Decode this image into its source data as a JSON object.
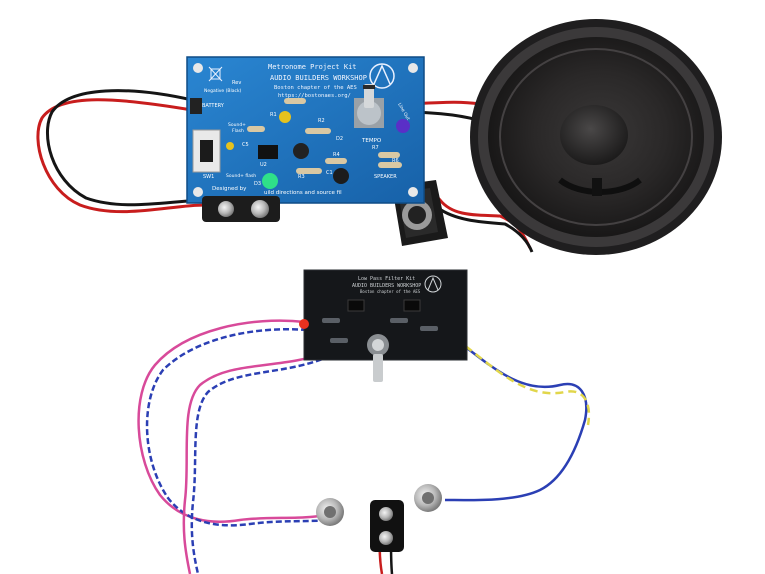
{
  "metronome_board": {
    "title": "Metronome Project Kit",
    "org": "AUDIO BUILDERS WORKSHOP",
    "chapter": "Boston chapter of the AES",
    "url": "https://bostonaes.org/",
    "labels": {
      "rev": "Rev",
      "negative": "Negative (Black)",
      "battery": "BATTERY",
      "sound": "Sound+",
      "flash": "Flash",
      "sound_flash": "Sound+ flash",
      "sw1": "SW1",
      "d3": "D3",
      "c5": "C5",
      "u2": "U2",
      "r1": "R1",
      "r2": "R2",
      "r3": "R3",
      "r4": "R4",
      "r7": "R7",
      "r6": "R6",
      "d2": "D2",
      "c1": "C1",
      "tempo": "TEMPO",
      "line_out": "Line Out",
      "speaker": "SPEAKER",
      "designed_by": "Designed by",
      "build_note": "uild directions and source fil"
    }
  },
  "filter_board": {
    "title": "Low Pass Filter Kit",
    "org": "AUDIO BUILDERS WORKSHOP",
    "chapter": "Boston chapter of the AES"
  },
  "colors": {
    "metronome_pcb": "#1f74c0",
    "filter_pcb": "#15171a",
    "wire_red": "#d21f1f",
    "wire_black": "#111111",
    "wire_blue": "#2b3fb4",
    "wire_pink": "#d84a9a",
    "wire_yellow": "#e1d64a",
    "speaker_cone": "#2d2b2c",
    "led_green": "#2fe089",
    "led_red": "#e8311f"
  }
}
